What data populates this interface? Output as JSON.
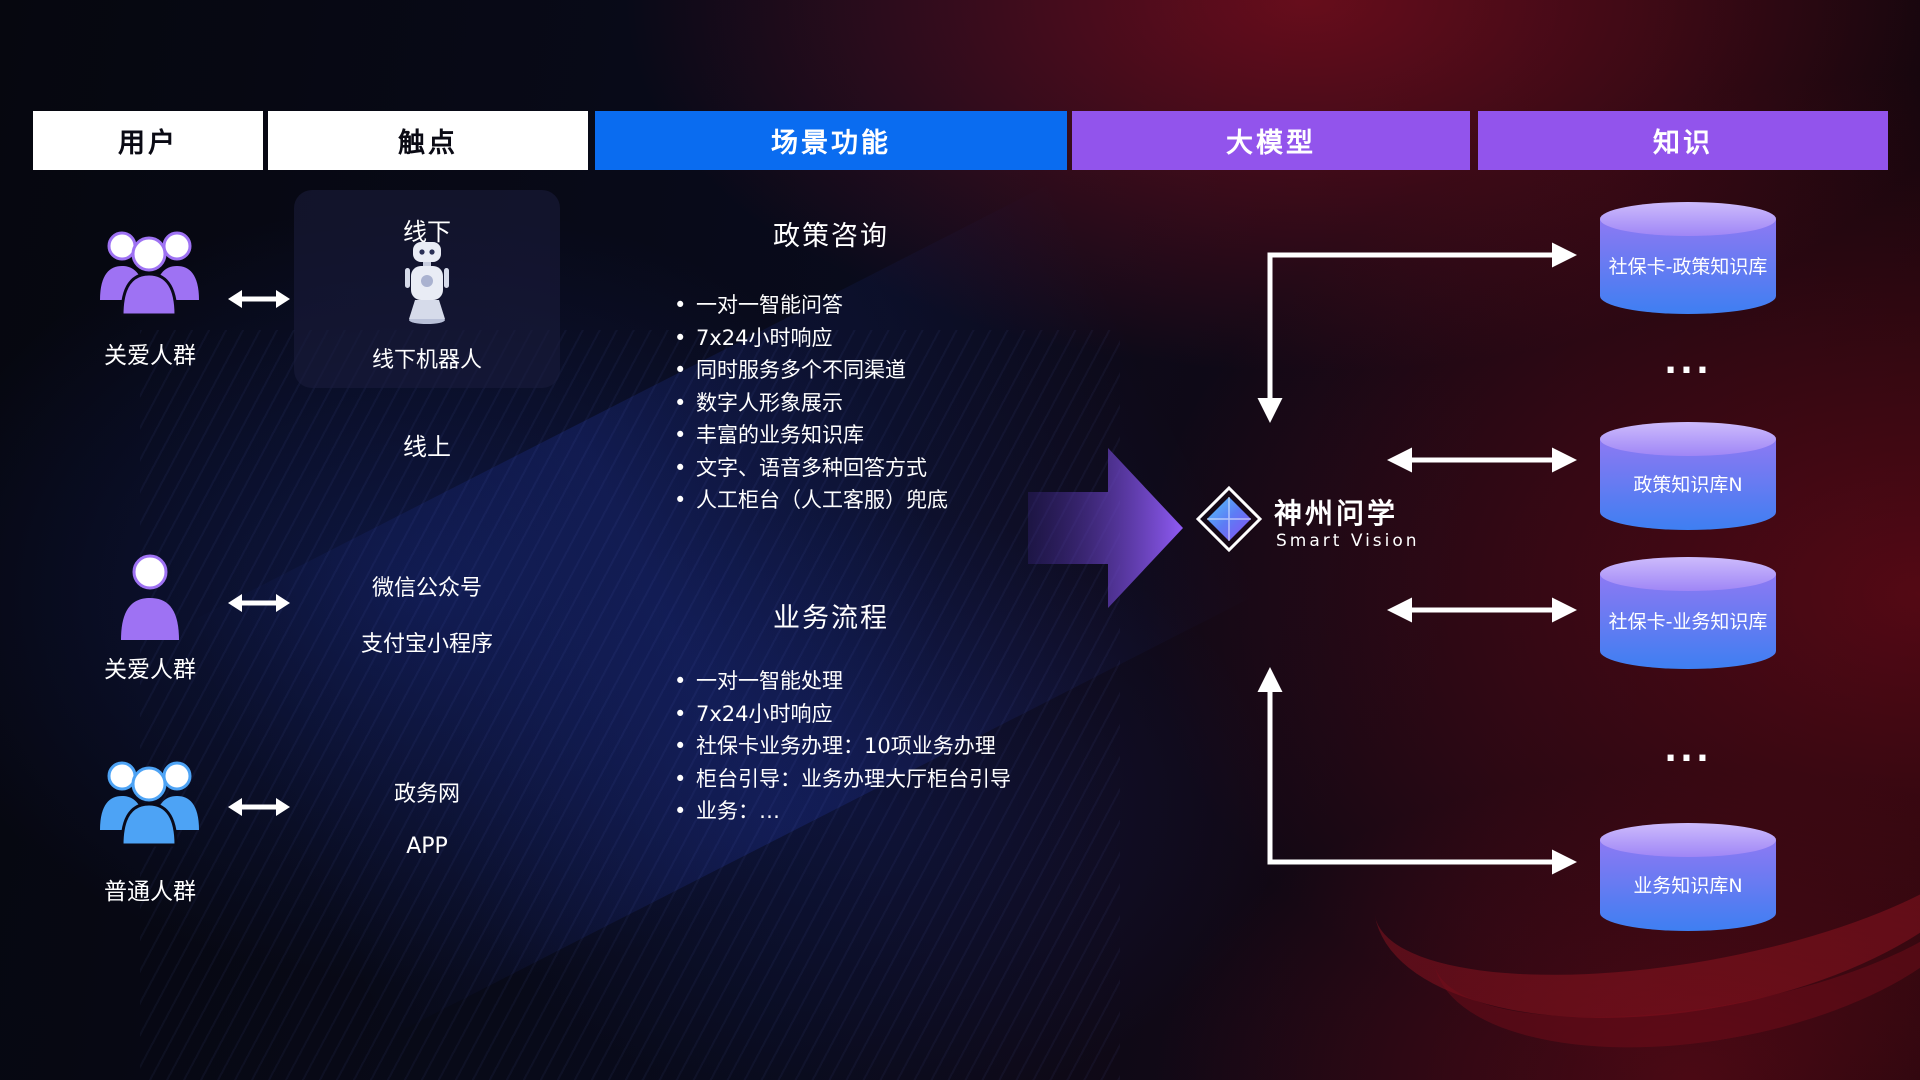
{
  "header": {
    "columns": [
      {
        "label": "用户"
      },
      {
        "label": "触点"
      },
      {
        "label": "场景功能"
      },
      {
        "label": "大模型"
      },
      {
        "label": "知识"
      }
    ]
  },
  "users": [
    {
      "label": "关爱人群",
      "icon": "group-icon",
      "color": "#9e72f3"
    },
    {
      "label": "关爱人群",
      "icon": "person-icon",
      "color": "#9e72f3"
    },
    {
      "label": "普通人群",
      "icon": "group-icon",
      "color": "#4da3f5"
    }
  ],
  "touchpoints": {
    "offline_title": "线下",
    "offline_robot": "线下机器人",
    "online_title": "线上",
    "wechat": "微信公众号",
    "alipay": "支付宝小程序",
    "gov": "政务网",
    "app": "APP"
  },
  "scenarios": [
    {
      "title": "政策咨询",
      "items": [
        "一对一智能问答",
        "7x24小时响应",
        "同时服务多个不同渠道",
        "数字人形象展示",
        "丰富的业务知识库",
        "文字、语音多种回答方式",
        "人工柜台（人工客服）兜底"
      ]
    },
    {
      "title": "业务流程",
      "items": [
        "一对一智能处理",
        "7x24小时响应",
        "社保卡业务办理：10项业务办理",
        "柜台引导：业务办理大厅柜台引导",
        "业务：…"
      ]
    }
  ],
  "model": {
    "name": "神州问学",
    "subtitle": "Smart Vision"
  },
  "knowledge": {
    "items": [
      {
        "label": "社保卡-政策知识库"
      },
      {
        "label": "政策知识库N"
      },
      {
        "label": "社保卡-业务知识库"
      },
      {
        "label": "业务知识库N"
      }
    ],
    "ellipsis": "..."
  },
  "colors": {
    "scene_header_bg": "#0a6cf0",
    "model_header_bg": "#9254ec",
    "knowledge_header_bg": "#9254ec",
    "user_icon_purple": "#9e72f3",
    "user_icon_blue": "#4da3f5",
    "cylinder_top": "#b9a3f9",
    "cylinder_bottom": "#3e7ff2",
    "connector_arrow": "#ffffff",
    "flow_arrow": "#8a5cf0"
  }
}
